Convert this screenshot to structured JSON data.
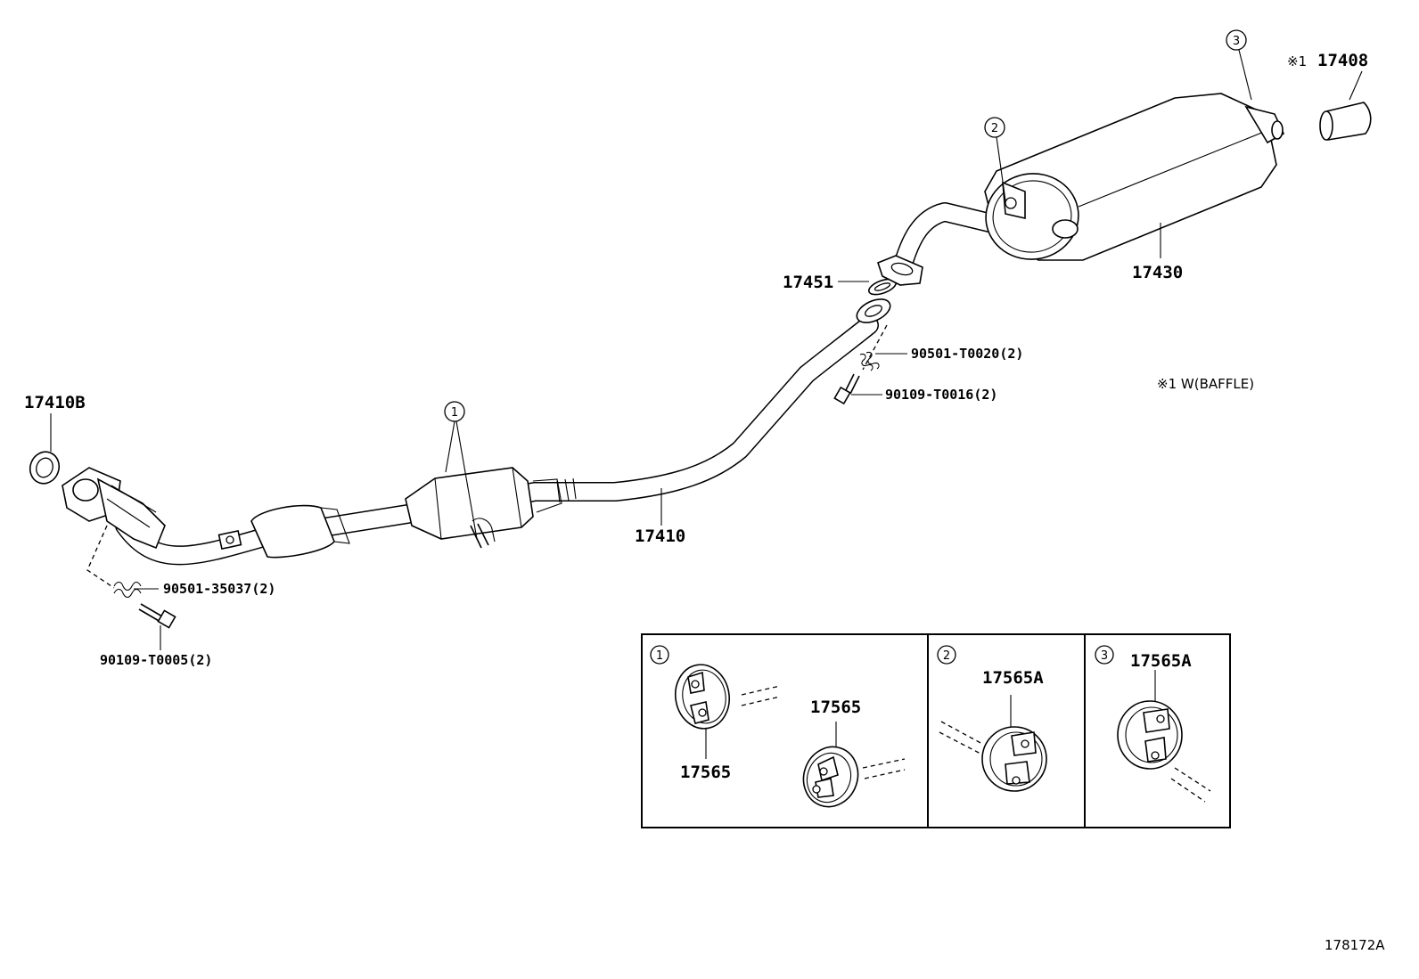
{
  "callouts": {
    "c1": "1",
    "c2": "2",
    "c3": "3"
  },
  "parts": {
    "p17410B": "17410B",
    "p17410": "17410",
    "p17451": "17451",
    "p17430": "17430",
    "p17408_mark": "※1",
    "p17408": "17408",
    "p90501_T0020": "90501-T0020(2)",
    "p90109_T0016": "90109-T0016(2)",
    "p90501_35037": "90501-35037(2)",
    "p90109_T0005": "90109-T0005(2)"
  },
  "note": "※1 W(BAFFLE)",
  "detail_boxes": {
    "box1": {
      "callout": "1",
      "label_a": "17565",
      "label_b": "17565"
    },
    "box2": {
      "callout": "2",
      "label": "17565A"
    },
    "box3": {
      "callout": "3",
      "label": "17565A"
    }
  },
  "figure_id": "178172A"
}
